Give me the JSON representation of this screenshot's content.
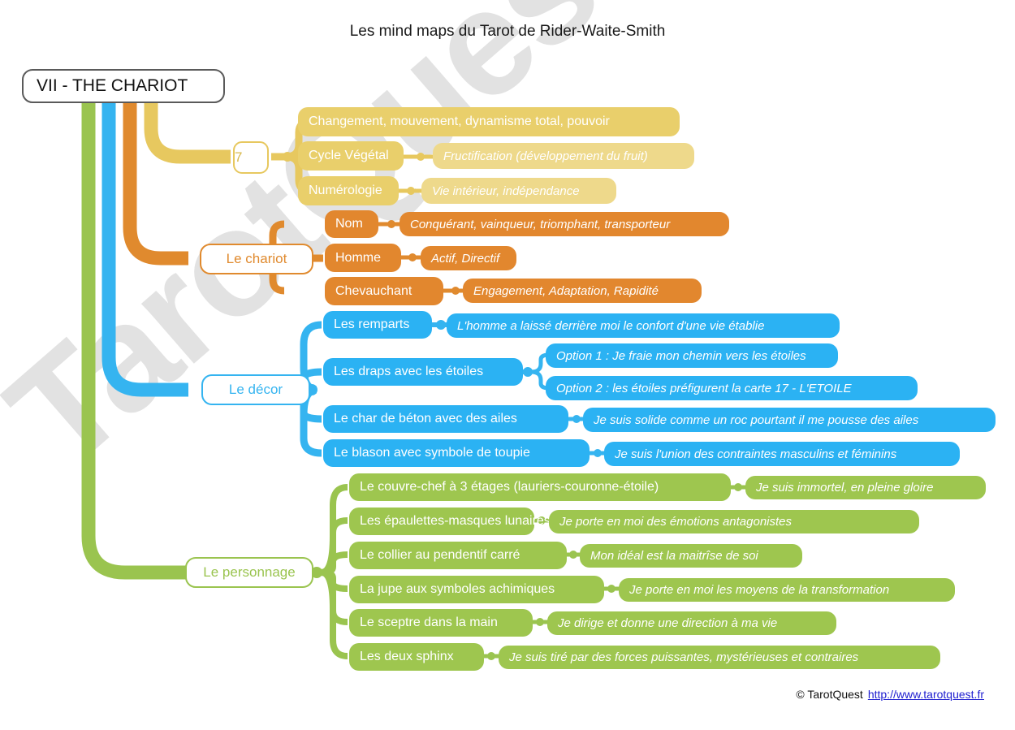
{
  "title": "Les mind maps du Tarot de Rider-Waite-Smith",
  "watermark": "TarotQuest.fr",
  "root": {
    "label": "VII - THE CHARIOT"
  },
  "colors": {
    "yellow": "#e9cf6b",
    "yellow_light": "#eed98b",
    "yellow_border": "#e7c85f",
    "orange": "#e2872e",
    "blue": "#2bb2f3",
    "blue_trunk": "#35b4f0",
    "green": "#9ec64f",
    "root_border": "#5a5a5a",
    "watermark": "#e2e2e2",
    "link": "#2020d0"
  },
  "branches": [
    {
      "id": "seven",
      "color": "yellow",
      "label": "7",
      "children": [
        {
          "label": "Changement, mouvement, dynamisme total, pouvoir",
          "children": []
        },
        {
          "label": "Cycle Végétal",
          "children": [
            {
              "label": "Fructification (développement du fruit)"
            }
          ]
        },
        {
          "label": "Numérologie",
          "children": [
            {
              "label": "Vie intérieur, indépendance"
            }
          ]
        }
      ]
    },
    {
      "id": "chariot",
      "color": "orange",
      "label": "Le chariot",
      "children": [
        {
          "label": "Nom",
          "children": [
            {
              "label": "Conquérant, vainqueur, triomphant, transporteur"
            }
          ]
        },
        {
          "label": "Homme",
          "children": [
            {
              "label": "Actif, Directif"
            }
          ]
        },
        {
          "label": "Chevauchant",
          "children": [
            {
              "label": "Engagement, Adaptation, Rapidité"
            }
          ]
        }
      ]
    },
    {
      "id": "decor",
      "color": "blue",
      "label": "Le décor",
      "children": [
        {
          "label": "Les remparts",
          "children": [
            {
              "label": "L'homme a laissé derrière moi le confort d'une vie établie"
            }
          ]
        },
        {
          "label": "Les draps avec les étoiles",
          "children": [
            {
              "label": "Option 1 : Je fraie mon chemin vers les étoiles"
            },
            {
              "label": "Option 2 : les étoiles préfigurent la carte 17 - L'ETOILE"
            }
          ]
        },
        {
          "label": "Le char de béton avec des ailes",
          "children": [
            {
              "label": "Je suis solide comme un roc pourtant il me pousse des ailes"
            }
          ]
        },
        {
          "label": "Le blason avec symbole de toupie",
          "children": [
            {
              "label": "Je suis l'union des contraintes masculins et féminins"
            }
          ]
        }
      ]
    },
    {
      "id": "personnage",
      "color": "green",
      "label": "Le personnage",
      "children": [
        {
          "label": "Le couvre-chef à 3 étages (lauriers-couronne-étoile)",
          "children": [
            {
              "label": "Je suis immortel, en pleine gloire"
            }
          ]
        },
        {
          "label": "Les épaulettes-masques lunaires",
          "children": [
            {
              "label": "Je porte en moi des émotions antagonistes"
            }
          ]
        },
        {
          "label": "Le collier au pendentif carré",
          "children": [
            {
              "label": "Mon idéal est la maitrîse de soi"
            }
          ]
        },
        {
          "label": "La jupe aux symboles achimiques",
          "children": [
            {
              "label": "Je porte en moi les moyens de la transformation"
            }
          ]
        },
        {
          "label": "Le sceptre dans la main",
          "children": [
            {
              "label": "Je dirige et donne une direction à ma vie"
            }
          ]
        },
        {
          "label": "Les deux sphinx",
          "children": [
            {
              "label": "Je suis tiré par des forces puissantes, mystérieuses et contraires"
            }
          ]
        }
      ]
    }
  ],
  "footer": {
    "copyright": "© TarotQuest",
    "url": "http://www.tarotquest.fr"
  }
}
